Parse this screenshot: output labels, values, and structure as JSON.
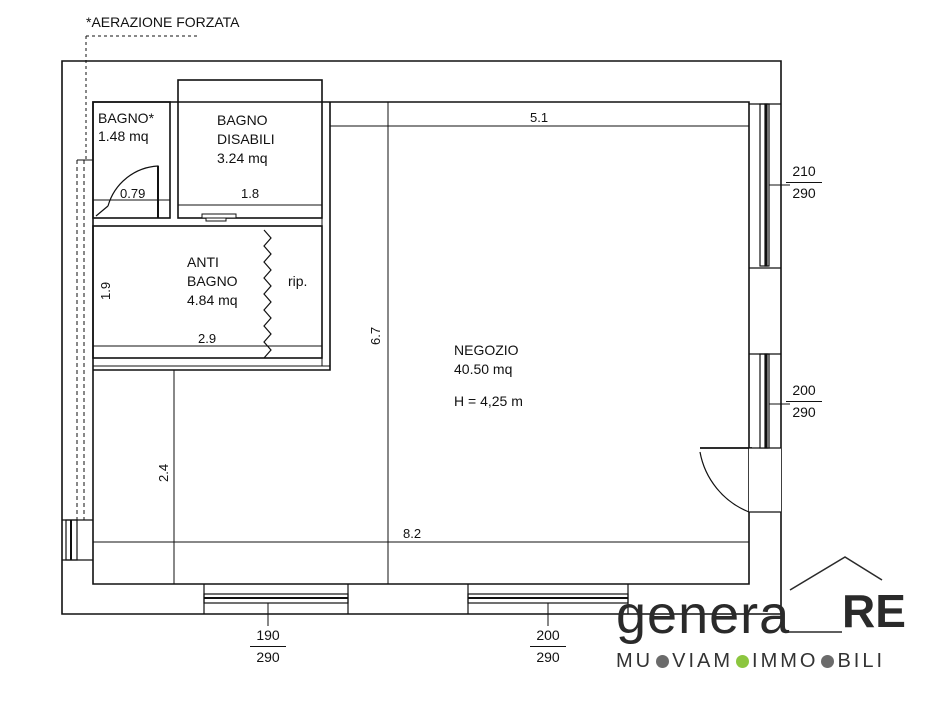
{
  "note": "*AERAZIONE FORZATA",
  "rooms": {
    "bagno": {
      "name": "BAGNO*",
      "area": "1.48 mq"
    },
    "bagno_disabili": {
      "name1": "BAGNO",
      "name2": "DISABILI",
      "area": "3.24 mq"
    },
    "antibagno": {
      "name1": "ANTI",
      "name2": "BAGNO",
      "area": "4.84 mq"
    },
    "ripostiglio": {
      "name": "rip."
    },
    "negozio": {
      "name": "NEGOZIO",
      "area": "40.50 mq",
      "height": "H = 4,25 m"
    }
  },
  "dimensions": {
    "d_079": "0.79",
    "d_18": "1.8",
    "d_19": "1.9",
    "d_29": "2.9",
    "d_51": "5.1",
    "d_67": "6.7",
    "d_24": "2.4",
    "d_82": "8.2"
  },
  "windows": {
    "right_top": {
      "width": "210",
      "height": "290"
    },
    "right_mid": {
      "width": "200",
      "height": "290"
    },
    "bottom_left": {
      "width": "190",
      "height": "290"
    },
    "bottom_right": {
      "width": "200",
      "height": "290"
    }
  },
  "logo": {
    "word1": "genera",
    "word2": "RE",
    "tagline_parts": [
      "MU",
      "VIAM",
      "IMMO",
      "BILI"
    ],
    "dot_colors": [
      "#6b6b6b",
      "#8cc63f",
      "#6b6b6b"
    ]
  }
}
